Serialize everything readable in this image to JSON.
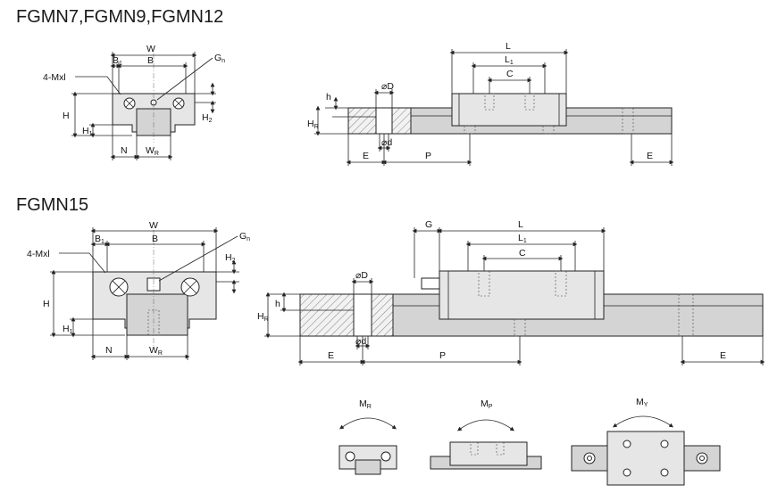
{
  "titles": {
    "top": "FGMN7,FGMN9,FGMN12",
    "bottom": "FGMN15"
  },
  "labels": {
    "W": "W",
    "B": "B",
    "B1": "B",
    "B1_sub": "1",
    "Gn": "G",
    "Gn_sub": "n",
    "Mxl": "4-Mxl",
    "H": "H",
    "H1": "H",
    "H1_sub": "1",
    "H2": "H",
    "H2_sub": "2",
    "N": "N",
    "WR": "W",
    "WR_sub": "R",
    "L": "L",
    "L1": "L",
    "L1_sub": "1",
    "C": "C",
    "phiD": "⌀D",
    "phid": "⌀d",
    "h": "h",
    "HR": "H",
    "HR_sub": "R",
    "E": "E",
    "P": "P",
    "G": "G"
  },
  "moments": {
    "MR": "M",
    "MR_sub": "R",
    "MP": "M",
    "MP_sub": "P",
    "MY": "M",
    "MY_sub": "Y"
  }
}
